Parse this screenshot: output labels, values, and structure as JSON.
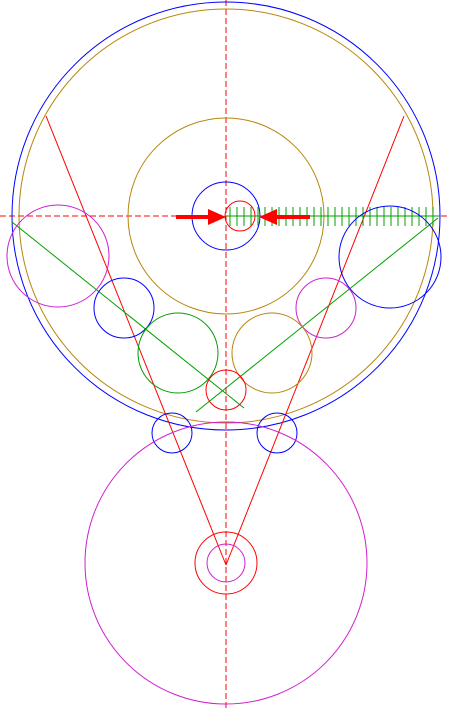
{
  "colors": {
    "background": "#ffffff",
    "blue": "#0000ff",
    "gold": "#b8860b",
    "magenta": "#d020d0",
    "red": "#ff0000",
    "green": "#00a000",
    "centerline": "#ff0000"
  },
  "arrows": [
    {
      "name": "left-arrow",
      "direction": "right",
      "color": "#ff0000"
    },
    {
      "name": "right-arrow",
      "direction": "left",
      "color": "#ff0000"
    }
  ]
}
